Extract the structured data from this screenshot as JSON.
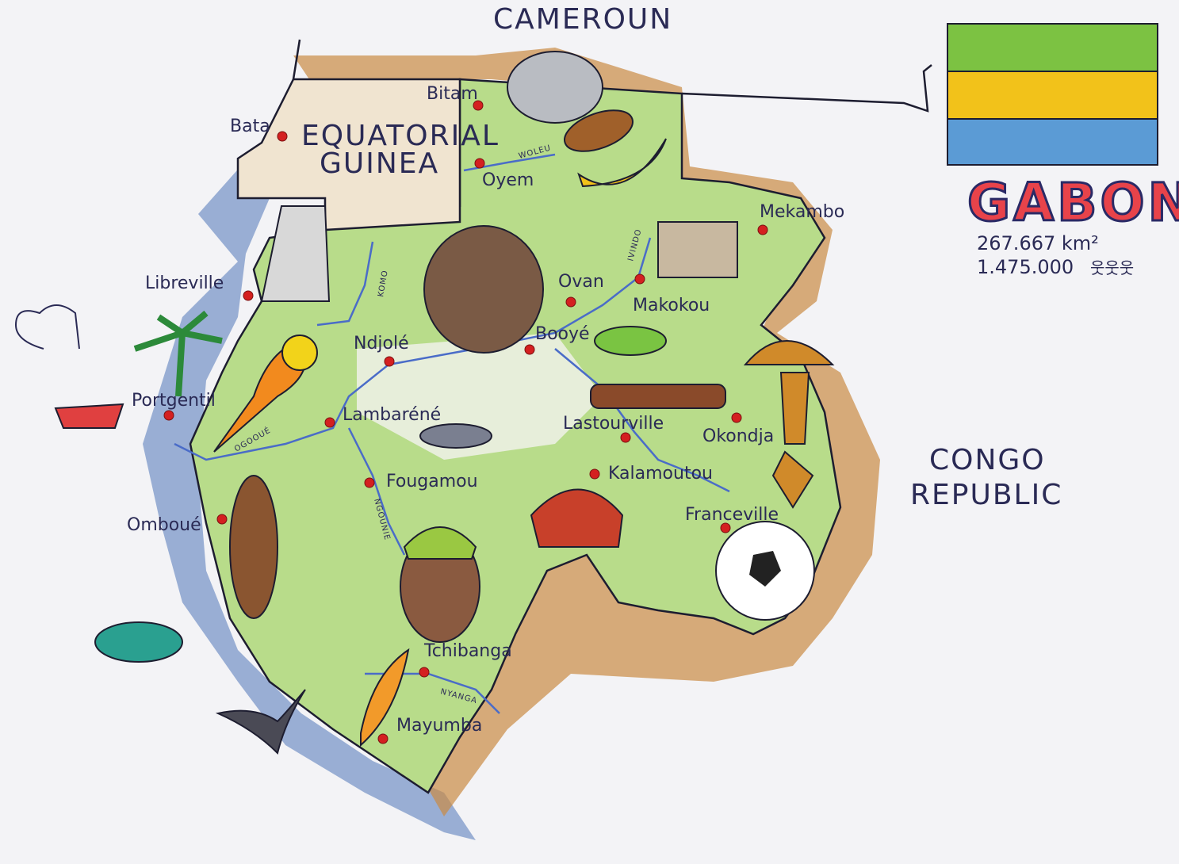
{
  "title": "GABON",
  "stats": {
    "area": "267.667 km²",
    "population": "1.475.000"
  },
  "flag": {
    "colors": [
      "#7cc242",
      "#f2c21a",
      "#5b9bd5"
    ]
  },
  "neighbors": {
    "north": "CAMEROUN",
    "equatorial_guinea": [
      "EQUATORIAL",
      "GUINEA"
    ],
    "congo": [
      "CONGO",
      "REPUBLIC"
    ]
  },
  "cities": [
    {
      "name": "Bitam"
    },
    {
      "name": "Bata"
    },
    {
      "name": "Oyem"
    },
    {
      "name": "Mekambo"
    },
    {
      "name": "Libreville"
    },
    {
      "name": "Ovan"
    },
    {
      "name": "Makokou"
    },
    {
      "name": "Ndjolé"
    },
    {
      "name": "Booyé"
    },
    {
      "name": "Portgentil"
    },
    {
      "name": "Lambaréné"
    },
    {
      "name": "Lastourville"
    },
    {
      "name": "Okondja"
    },
    {
      "name": "Kalamoutou"
    },
    {
      "name": "Fougamou"
    },
    {
      "name": "Franceville"
    },
    {
      "name": "Omboué"
    },
    {
      "name": "Tchibanga"
    },
    {
      "name": "Mayumba"
    }
  ],
  "rivers": [
    "WOLEU",
    "KOMO",
    "IVINDO",
    "OGOOUÉ",
    "NGOUNIE",
    "NYANGA"
  ],
  "colors": {
    "land": "#b8dc8a",
    "border": "#b5702a",
    "sea": "#4f74b8",
    "city": "#d42020"
  }
}
